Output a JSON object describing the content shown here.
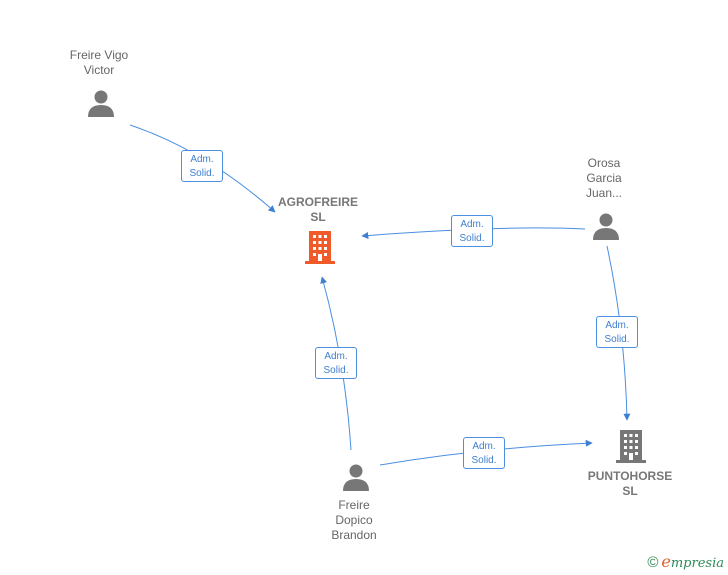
{
  "nodes": {
    "freire_vigo": {
      "name": "Freire Vigo\nVictor",
      "type": "person"
    },
    "agrofreire": {
      "name": "AGROFREIRE\nSL",
      "type": "company"
    },
    "orosa": {
      "name": "Orosa\nGarcia\nJuan...",
      "type": "person"
    },
    "puntohorse": {
      "name": "PUNTOHORSE\nSL",
      "type": "company"
    },
    "freire_dopico": {
      "name": "Freire\nDopico\nBrandon",
      "type": "person"
    }
  },
  "edges": [
    {
      "from": "Freire Vigo Victor",
      "to": "AGROFREIRE SL",
      "label": "Adm.\nSolid."
    },
    {
      "from": "Orosa Garcia Juan...",
      "to": "AGROFREIRE SL",
      "label": "Adm.\nSolid."
    },
    {
      "from": "Orosa Garcia Juan...",
      "to": "PUNTOHORSE SL",
      "label": "Adm.\nSolid."
    },
    {
      "from": "Freire Dopico Brandon",
      "to": "AGROFREIRE SL",
      "label": "Adm.\nSolid."
    },
    {
      "from": "Freire Dopico Brandon",
      "to": "PUNTOHORSE SL",
      "label": "Adm.\nSolid."
    }
  ],
  "colors": {
    "edge": "#4a8fe0",
    "person_icon": "#777777",
    "main_company_icon": "#f05a28",
    "company_icon": "#777777"
  },
  "icons": {
    "person": "person-icon",
    "company": "building-icon"
  },
  "watermark": {
    "copyright": "©",
    "brand_initial": "e",
    "brand_rest": "mpresia"
  }
}
